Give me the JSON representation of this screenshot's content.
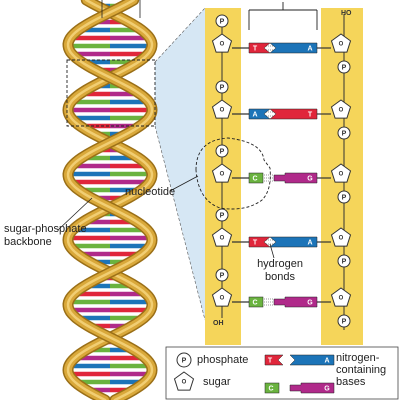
{
  "labels": {
    "nucleotide": "nucleotide",
    "backbone_line1": "sugar-phosphate",
    "backbone_line2": "backbone",
    "hbonds_line1": "hydrogen",
    "hbonds_line2": "bonds",
    "oh": "OH",
    "ho": "HO"
  },
  "legend": {
    "phosphate_symbol": "P",
    "phosphate": "phosphate",
    "sugar": "sugar",
    "bases_line1": "nitrogen-",
    "bases_line2": "containing",
    "bases_line3": "bases",
    "base_letters": [
      "T",
      "A",
      "C",
      "G"
    ]
  },
  "ladder": {
    "rows": [
      {
        "left": "T",
        "right": "A"
      },
      {
        "left": "A",
        "right": "T"
      },
      {
        "left": "C",
        "right": "G"
      },
      {
        "left": "T",
        "right": "A"
      },
      {
        "left": "C",
        "right": "G"
      }
    ],
    "left_phosphate": "P",
    "right_phosphate": "P"
  },
  "colors": {
    "backbone": "#f5d55a",
    "helix_gold": "#d9a83a",
    "thymine": "#e0263b",
    "adenine": "#1c74b8",
    "cytosine": "#6ab33f",
    "guanine": "#b02a8a",
    "sugar_fill": "#ffffff",
    "panel_bg": "#ffffff",
    "zoom_wedge": "#cfe3f2"
  }
}
